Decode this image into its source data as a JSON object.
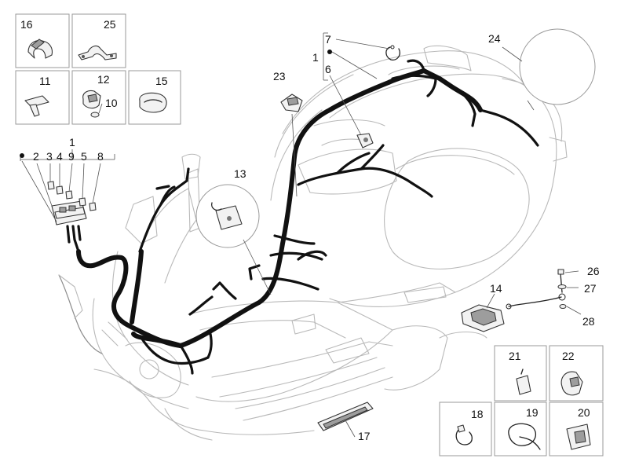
{
  "labels": {
    "l1a": "1",
    "l1b": "1",
    "l2": "2",
    "l3": "3",
    "l4": "4",
    "l9": "9",
    "l5": "5",
    "l8": "8",
    "l6": "6",
    "l7": "7",
    "l10": "10",
    "l11": "11",
    "l12": "12",
    "l13": "13",
    "l14": "14",
    "l15": "15",
    "l16": "16",
    "l17": "17",
    "l18": "18",
    "l19": "19",
    "l20": "20",
    "l21": "21",
    "l22": "22",
    "l23": "23",
    "l24": "24",
    "l25": "25",
    "l26": "26",
    "l27": "27",
    "l28": "28"
  }
}
